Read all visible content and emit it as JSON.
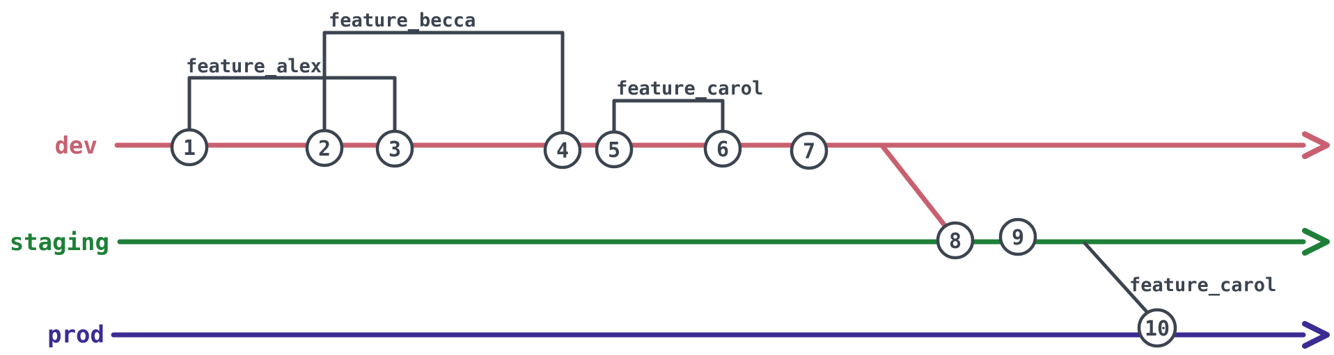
{
  "diagram": {
    "type": "git-branch-diagram",
    "background": "#ffffff",
    "colors": {
      "dev": "#c8606f",
      "staging": "#1e8038",
      "prod": "#3b2c94",
      "ink": "#3c4450"
    },
    "branches": [
      {
        "name": "dev",
        "color": "#c8606f",
        "commits": [
          "1",
          "2",
          "3",
          "4",
          "5",
          "6",
          "7"
        ]
      },
      {
        "name": "staging",
        "color": "#1e8038",
        "commits": [
          "8",
          "9"
        ]
      },
      {
        "name": "prod",
        "color": "#3b2c94",
        "commits": [
          "10"
        ]
      }
    ],
    "commits": [
      {
        "label": "1"
      },
      {
        "label": "2"
      },
      {
        "label": "3"
      },
      {
        "label": "4"
      },
      {
        "label": "5"
      },
      {
        "label": "6"
      },
      {
        "label": "7"
      },
      {
        "label": "8"
      },
      {
        "label": "9"
      },
      {
        "label": "10"
      }
    ],
    "feature_labels": [
      {
        "text": "feature_alex",
        "span": "commit 1 to commit 3 on dev"
      },
      {
        "text": "feature_becca",
        "span": "commit 2 to commit 4 on dev"
      },
      {
        "text": "feature_carol",
        "span": "commit 5 to commit 6 on dev"
      },
      {
        "text": "feature_carol",
        "span": "staging after commit 9 to commit 10 on prod"
      }
    ],
    "merges": [
      {
        "from": "dev after commit 7",
        "to": "staging at commit 8"
      },
      {
        "from": "staging after commit 9",
        "to": "prod at commit 10"
      }
    ]
  }
}
